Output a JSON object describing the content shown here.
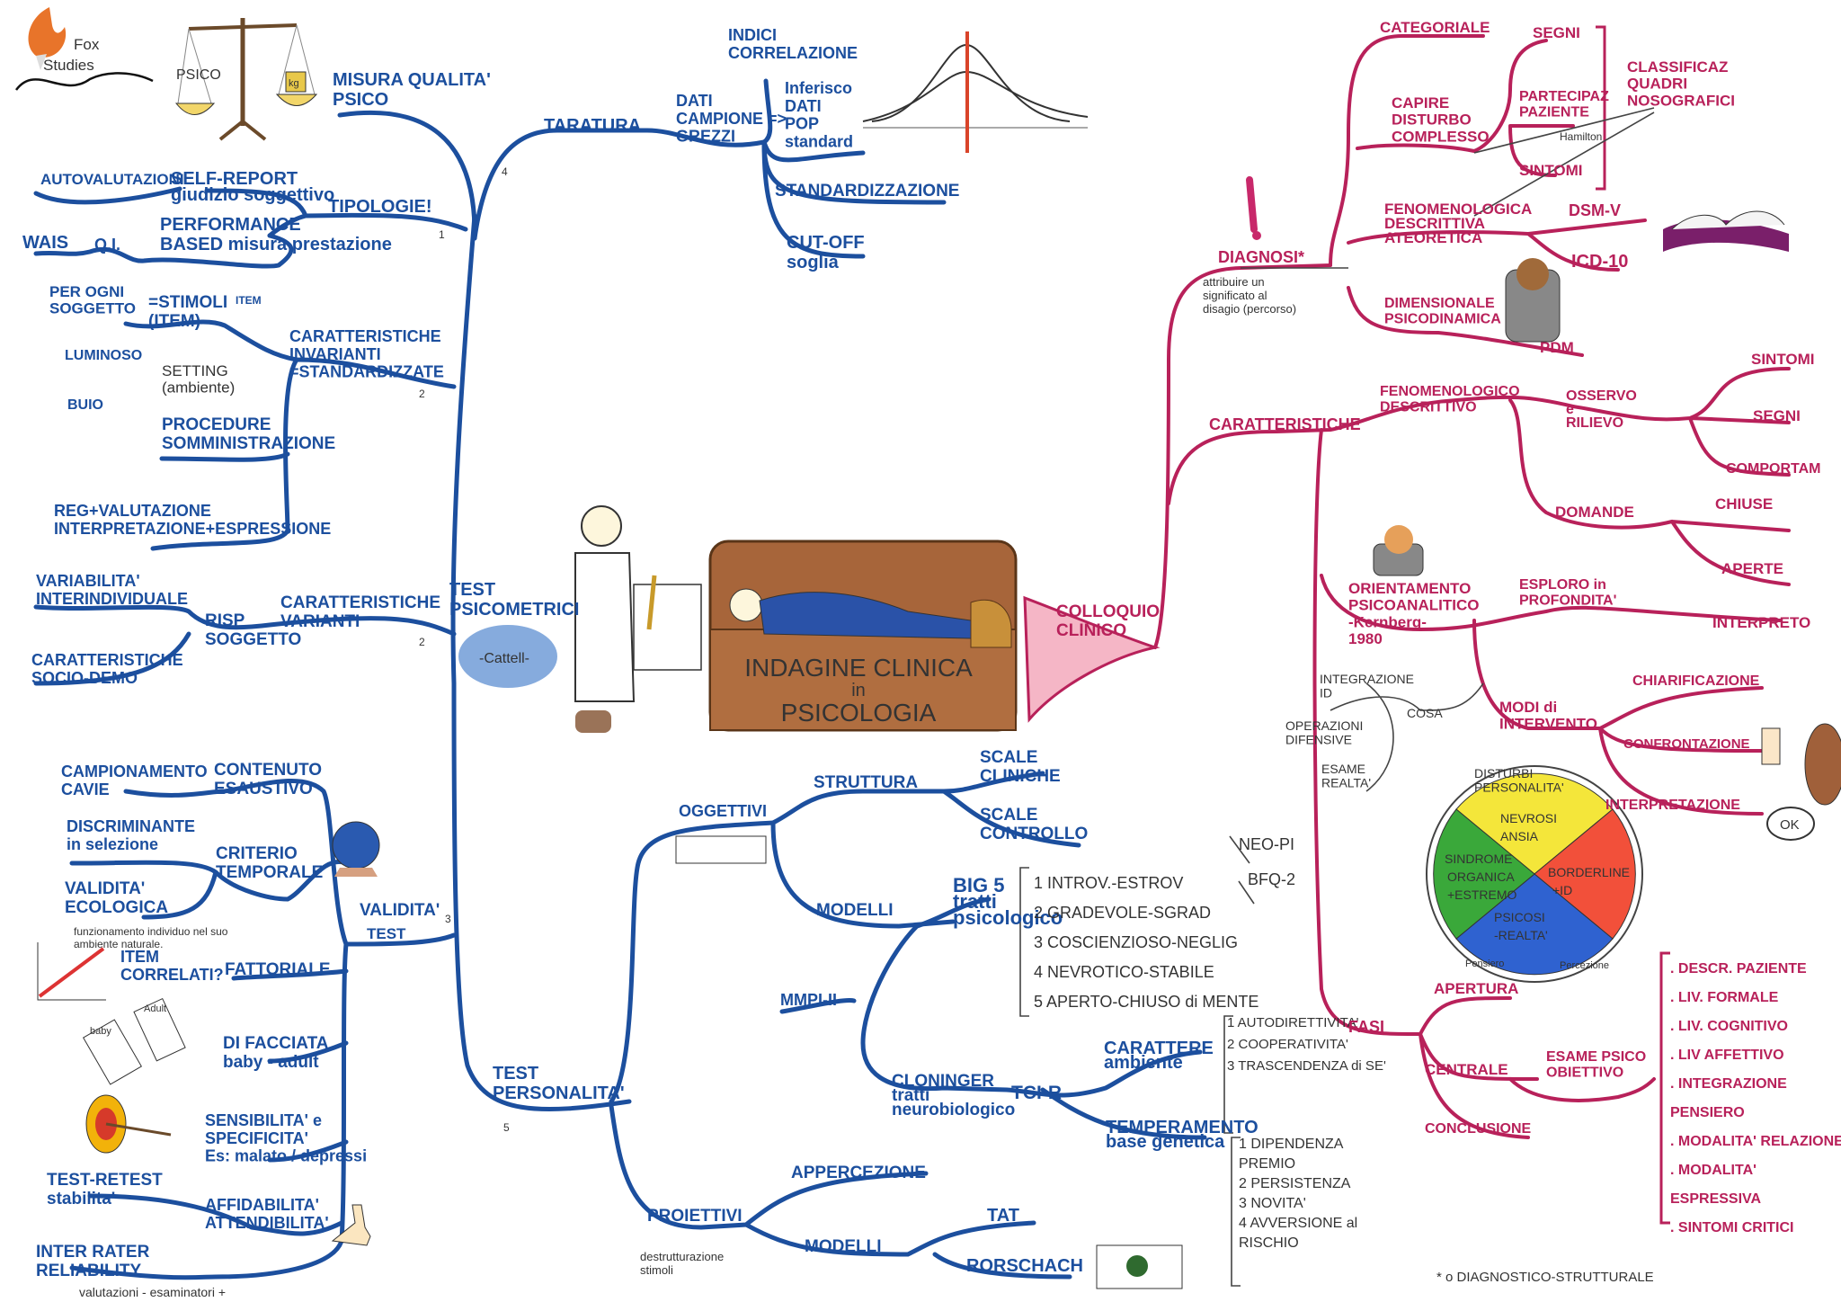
{
  "logo": {
    "line1": "Fox",
    "line2": "Studies"
  },
  "colors": {
    "blue_branch": "#1c4f9e",
    "pink_branch": "#b8215a",
    "couch": "#a0603a"
  },
  "center": {
    "title": [
      "INDAGINE CLINICA",
      "in",
      "PSICOLOGIA"
    ]
  },
  "icons": [
    "fox-logo",
    "scales",
    "bell-curve",
    "doctor",
    "couch",
    "crystal-ball",
    "correlation-chart",
    "forms",
    "target",
    "thumbs-up",
    "test-sheet",
    "inkblot-card",
    "book",
    "lamp",
    "faces",
    "personality-pie"
  ],
  "scales": {
    "left": "PSICO",
    "right": "kg"
  },
  "nodes": {
    "misura": [
      "MISURA QUALITA'",
      "PSICO"
    ],
    "taratura": [
      "TARATURA"
    ],
    "dati_grezzi": [
      "DATI",
      "CAMPIONE =>",
      "GREZZI"
    ],
    "indici": [
      "INDICI",
      "CORRELAZIONE"
    ],
    "inferisco": [
      "Inferisco",
      "DATI",
      "POP",
      "standard"
    ],
    "standardizzazione": [
      "STANDARDIZZAZIONE"
    ],
    "cutoff": [
      "CUT-OFF",
      "soglia"
    ],
    "tipologie": [
      "TIPOLOGIE!"
    ],
    "self_report": [
      "SELF-REPORT",
      "giudizio soggettivo"
    ],
    "autovalutazioni": [
      "AUTOVALUTAZIONI"
    ],
    "performance": [
      "PERFORMANCE",
      "BASED  misura prestazione"
    ],
    "wais": [
      "WAIS"
    ],
    "qi": [
      "Q.I."
    ],
    "per_ogni": [
      "PER OGNI",
      "SOGGETTO"
    ],
    "stimoli": [
      "=STIMOLI",
      "(ITEM)"
    ],
    "item_box": [
      "ITEM"
    ],
    "invarianti": [
      "CARATTERISTICHE",
      "INVARIANTI",
      "=STANDARDIZZATE"
    ],
    "luminoso": [
      "LUMINOSO"
    ],
    "setting": [
      "SETTING",
      "(ambiente)"
    ],
    "buio": [
      "BUIO"
    ],
    "procedure": [
      "PROCEDURE",
      "SOMMINISTRAZIONE"
    ],
    "reg": [
      "REG+VALUTAZIONE",
      "INTERPRETAZIONE+ESPRESSIONE"
    ],
    "variabilita": [
      "VARIABILITA'",
      "INTERINDIVIDUALE"
    ],
    "risp": [
      "RISP",
      "SOGGETTO"
    ],
    "varianti": [
      "CARATTERISTICHE",
      "VARIANTI"
    ],
    "socio": [
      "CARATTERISTICHE",
      "SOCIO-DEMO"
    ],
    "test_psico": [
      "TEST",
      "PSICOMETRICI"
    ],
    "cattell": [
      "-Cattell-"
    ],
    "campionamento": [
      "CAMPIONAMENTO",
      "CAVIE"
    ],
    "contenuto": [
      "CONTENUTO",
      "ESAUSTIVO"
    ],
    "discriminante": [
      "DISCRIMINANTE",
      "in selezione"
    ],
    "criterio": [
      "CRITERIO",
      "TEMPORALE"
    ],
    "ecologica": [
      "VALIDITA'",
      "ECOLOGICA"
    ],
    "ecologica_note": [
      "funzionamento individuo nel suo",
      "ambiente naturale."
    ],
    "validita": [
      "VALIDITA'"
    ],
    "validita_test": [
      "TEST"
    ],
    "item_correlati": [
      "ITEM",
      "CORRELATI?"
    ],
    "fattoriale": [
      "FATTORIALE"
    ],
    "facciata": [
      "DI FACCIATA",
      "baby - adult"
    ],
    "forms_baby": [
      "baby"
    ],
    "forms_adult": [
      "Adult"
    ],
    "sensibilita": [
      "SENSIBILITA' e",
      "SPECIFICITA'",
      "Es: malato / depressi"
    ],
    "test_retest": [
      "TEST-RETEST",
      "stabilita'"
    ],
    "affidabilita": [
      "AFFIDABILITA'",
      "ATTENDIBILITA'"
    ],
    "inter_rater": [
      "INTER RATER",
      "RELIABILITY"
    ],
    "inter_note": [
      "valutazioni - esaminatori +"
    ],
    "test_pers": [
      "TEST",
      "PERSONALITA'"
    ],
    "oggettivi": [
      "OGGETTIVI"
    ],
    "struttura": [
      "STRUTTURA"
    ],
    "scale_cliniche": [
      "SCALE",
      "CLINICHE"
    ],
    "scale_controllo": [
      "SCALE",
      "CONTROLLO"
    ],
    "modelli_ogg": [
      "MODELLI"
    ],
    "big5": [
      "BIG 5",
      "tratti",
      "psicologico"
    ],
    "big5_list": [
      "1 INTROV.-ESTROV",
      "2 GRADEVOLE-SGRAD",
      "3 COSCIENZIOSO-NEGLIG",
      "4 NEVROTICO-STABILE",
      "5 APERTO-CHIUSO di MENTE"
    ],
    "neo": [
      "NEO-PI"
    ],
    "bfq": [
      "BFQ-2"
    ],
    "mmpi": [
      "MMPI-II"
    ],
    "cloninger": [
      "CLONINGER",
      "tratti",
      "neurobiologico"
    ],
    "tci": [
      "TCI-R"
    ],
    "carattere": [
      "CARATTERE",
      "ambiente"
    ],
    "carattere_list": [
      "1 AUTODIRETTIVITA'",
      "2 COOPERATIVITA'",
      "3 TRASCENDENZA di SE'"
    ],
    "temperamento": [
      "TEMPERAMENTO",
      "base genetica"
    ],
    "temperamento_list": [
      "1 DIPENDENZA",
      "PREMIO",
      "2 PERSISTENZA",
      "3 NOVITA'",
      "4 AVVERSIONE al",
      "RISCHIO"
    ],
    "proiettivi": [
      "PROIETTIVI"
    ],
    "proiettivi_note": [
      "destrutturazione",
      "stimoli"
    ],
    "appercezione": [
      "APPERCEZIONE"
    ],
    "modelli_pro": [
      "MODELLI"
    ],
    "tat": [
      "TAT"
    ],
    "rorschach": [
      "RORSCHACH"
    ],
    "colloquio": [
      "COLLOQUIO",
      "CLINICO"
    ],
    "diagnosi": [
      "DIAGNOSI*"
    ],
    "diagnosi_note": [
      "attribuire un",
      "significato al",
      "disagio (percorso)"
    ],
    "categoriale": [
      "CATEGORIALE"
    ],
    "capire": [
      "CAPIRE",
      "DISTURBO",
      "COMPLESSO"
    ],
    "segni_top": [
      "SEGNI"
    ],
    "partecipaz": [
      "PARTECIPAZ",
      "PAZIENTE"
    ],
    "hamilton": [
      "Hamilton"
    ],
    "sintomi_top": [
      "SINTOMI"
    ],
    "classificaz": [
      "CLASSIFICAZ",
      "QUADRI",
      "NOSOGRAFICI"
    ],
    "fenomenologica": [
      "FENOMENOLOGICA",
      "DESCRITTIVA",
      "ATEORETICA"
    ],
    "dsm": [
      "DSM-V"
    ],
    "icd": [
      "ICD-10"
    ],
    "dimensionale": [
      "DIMENSIONALE",
      "PSICODINAMICA"
    ],
    "pdm": [
      "PDM"
    ],
    "caratteristiche": [
      "CARATTERISTICHE"
    ],
    "fenomenologico": [
      "FENOMENOLOGICO",
      "DESCRITTIVO"
    ],
    "osservo": [
      "OSSERVO",
      "e",
      "RILIEVO"
    ],
    "sintomi": [
      "SINTOMI"
    ],
    "segni": [
      "SEGNI"
    ],
    "comportam": [
      "COMPORTAM"
    ],
    "domande": [
      "DOMANDE"
    ],
    "chiuse": [
      "CHIUSE"
    ],
    "aperte": [
      "APERTE"
    ],
    "orientamento": [
      "ORIENTAMENTO",
      "PSICOANALITICO",
      "-Kernberg-",
      "1980"
    ],
    "esploro": [
      "ESPLORO in",
      "PROFONDITA'"
    ],
    "interpreto": [
      "INTERPRETO"
    ],
    "integrazione_id": [
      "INTEGRAZIONE",
      "ID"
    ],
    "cosa": [
      "COSA"
    ],
    "operazioni": [
      "OPERAZIONI",
      "DIFENSIVE"
    ],
    "esame_realta": [
      "ESAME",
      "REALTA'"
    ],
    "modi": [
      "MODI di",
      "INTERVENTO"
    ],
    "chiarificazione": [
      "CHIARIFICAZIONE"
    ],
    "confrontazione": [
      "CONFRONTAZIONE"
    ],
    "interpretazione": [
      "INTERPRETAZIONE"
    ],
    "ok": [
      "OK"
    ],
    "disturbi": [
      "DISTURBI",
      "PERSONALITA'"
    ],
    "pie": [
      "NEVROSI",
      "ANSIA",
      "BORDERLINE",
      "+ID",
      "PSICOSI",
      "-REALTA'",
      "SINDROME",
      "ORGANICA",
      "+ESTREMO"
    ],
    "pensiero": [
      "Pensiero"
    ],
    "percezione": [
      "Percezione"
    ],
    "fasi": [
      "FASI"
    ],
    "apertura": [
      "APERTURA"
    ],
    "centrale": [
      "CENTRALE"
    ],
    "conclusione": [
      "CONCLUSIONE"
    ],
    "esame_psico": [
      "ESAME PSICO",
      "OBIETTIVO"
    ],
    "esame_list": [
      ". DESCR. PAZIENTE",
      ". LIV. FORMALE",
      ". LIV. COGNITIVO",
      ". LIV AFFETTIVO",
      ". INTEGRAZIONE",
      "PENSIERO",
      ". MODALITA' RELAZIONE",
      ". MODALITA'",
      "ESPRESSIVA",
      ". SINTOMI CRITICI"
    ],
    "footnote": [
      "* o DIAGNOSTICO-STRUTTURALE"
    ],
    "n4": [
      "4"
    ],
    "n1": [
      "1"
    ],
    "n2a": [
      "2"
    ],
    "n2b": [
      "2"
    ],
    "n3": [
      "3"
    ],
    "n5": [
      "5"
    ]
  }
}
